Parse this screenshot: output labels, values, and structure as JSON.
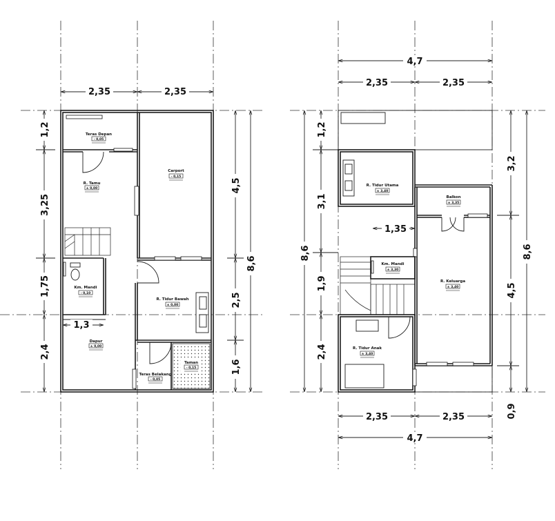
{
  "ground_floor": {
    "top_dims": [
      "2,35",
      "2,35"
    ],
    "left_dims": [
      "1,2",
      "3,25",
      "1,75",
      "2,4"
    ],
    "right_dims": [
      "4,5",
      "2,5",
      "1,6"
    ],
    "right_total": "8,6",
    "inner_dim": "1,3",
    "rooms": [
      {
        "name": "Teras Depan",
        "level": "- 0,05"
      },
      {
        "name": "R. Tamu",
        "level": "± 0,00"
      },
      {
        "name": "Carport",
        "level": "- 0,15"
      },
      {
        "name": "Km. Mandi",
        "level": "- 0,10"
      },
      {
        "name": "R. Tidur Bawah",
        "level": "± 0,00"
      },
      {
        "name": "Dapur",
        "level": "± 0,00"
      },
      {
        "name": "Teras Belakang",
        "level": "- 0,05"
      },
      {
        "name": "Taman",
        "level": "- 0,15"
      }
    ]
  },
  "upper_floor": {
    "total_top": "4,7",
    "top_dims": [
      "2,35",
      "2,35"
    ],
    "left_total": "8,6",
    "left_dims": [
      "1,2",
      "3,1",
      "1,9",
      "2,4"
    ],
    "right_dims": [
      "3,2",
      "4,5"
    ],
    "right_total": "8,6",
    "inner_dim": "1,35",
    "bottom_dims": [
      "2,35",
      "2,35"
    ],
    "total_bottom": "4,7",
    "bottom_right": "0,9",
    "rooms": [
      {
        "name": "R. Tidur Utama",
        "level": "± 3,40"
      },
      {
        "name": "Balkon",
        "level": "± 3,35"
      },
      {
        "name": "Km. Mandi",
        "level": "± 3,30"
      },
      {
        "name": "R. Keluarga",
        "level": "± 3,40"
      },
      {
        "name": "R. Tidur Anak",
        "level": "± 3,40"
      }
    ]
  }
}
